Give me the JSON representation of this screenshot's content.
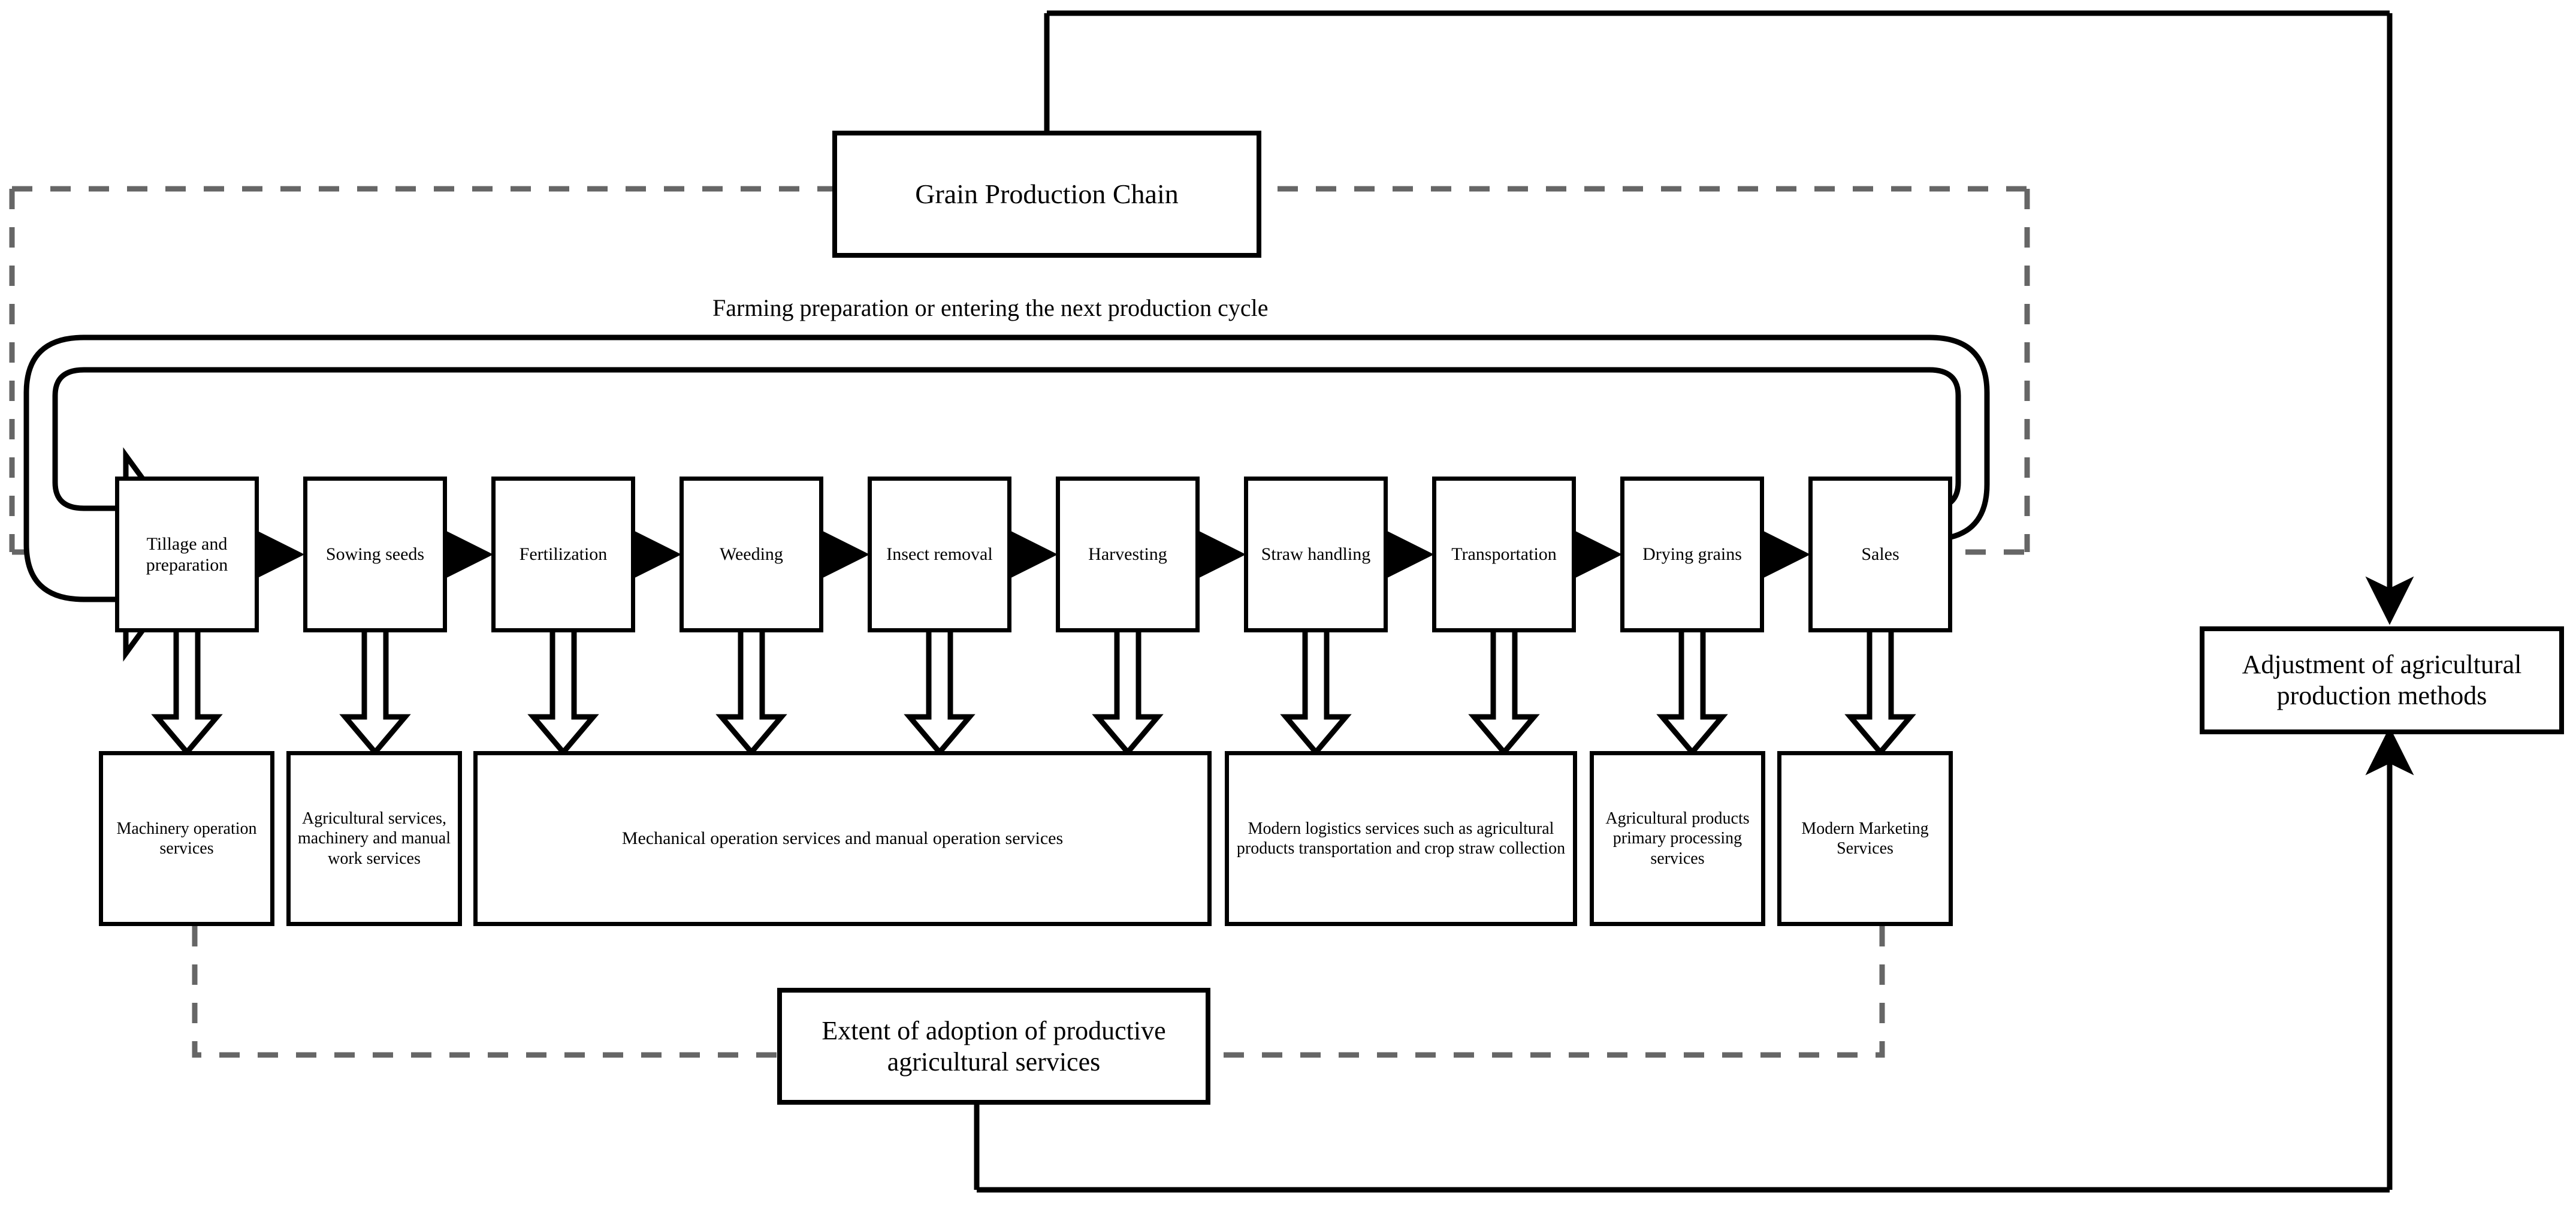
{
  "diagram": {
    "title_box": {
      "label": "Grain Production Chain"
    },
    "cycle_caption": {
      "text": "Farming preparation or entering the next production cycle"
    },
    "chain_steps": [
      {
        "label": "Tillage and preparation"
      },
      {
        "label": "Sowing seeds"
      },
      {
        "label": "Fertilization"
      },
      {
        "label": "Weeding"
      },
      {
        "label": "Insect removal"
      },
      {
        "label": "Harvesting"
      },
      {
        "label": "Straw handling"
      },
      {
        "label": "Transportation"
      },
      {
        "label": "Drying grains"
      },
      {
        "label": "Sales"
      }
    ],
    "service_boxes": [
      {
        "label": "Machinery operation services"
      },
      {
        "label": "Agricultural services, machinery and manual work services"
      },
      {
        "label": "Mechanical operation services and manual operation services"
      },
      {
        "label": "Modern logistics services such as agricultural products transportation and crop straw collection"
      },
      {
        "label": "Agricultural products primary processing services"
      },
      {
        "label": "Modern Marketing Services"
      }
    ],
    "adoption_box": {
      "label": "Extent of adoption of productive agricultural services"
    },
    "adjustment_box": {
      "label": "Adjustment of agricultural production methods"
    },
    "colors": {
      "stroke": "#000000",
      "dashed_stroke": "#666666",
      "background": "#ffffff"
    }
  }
}
